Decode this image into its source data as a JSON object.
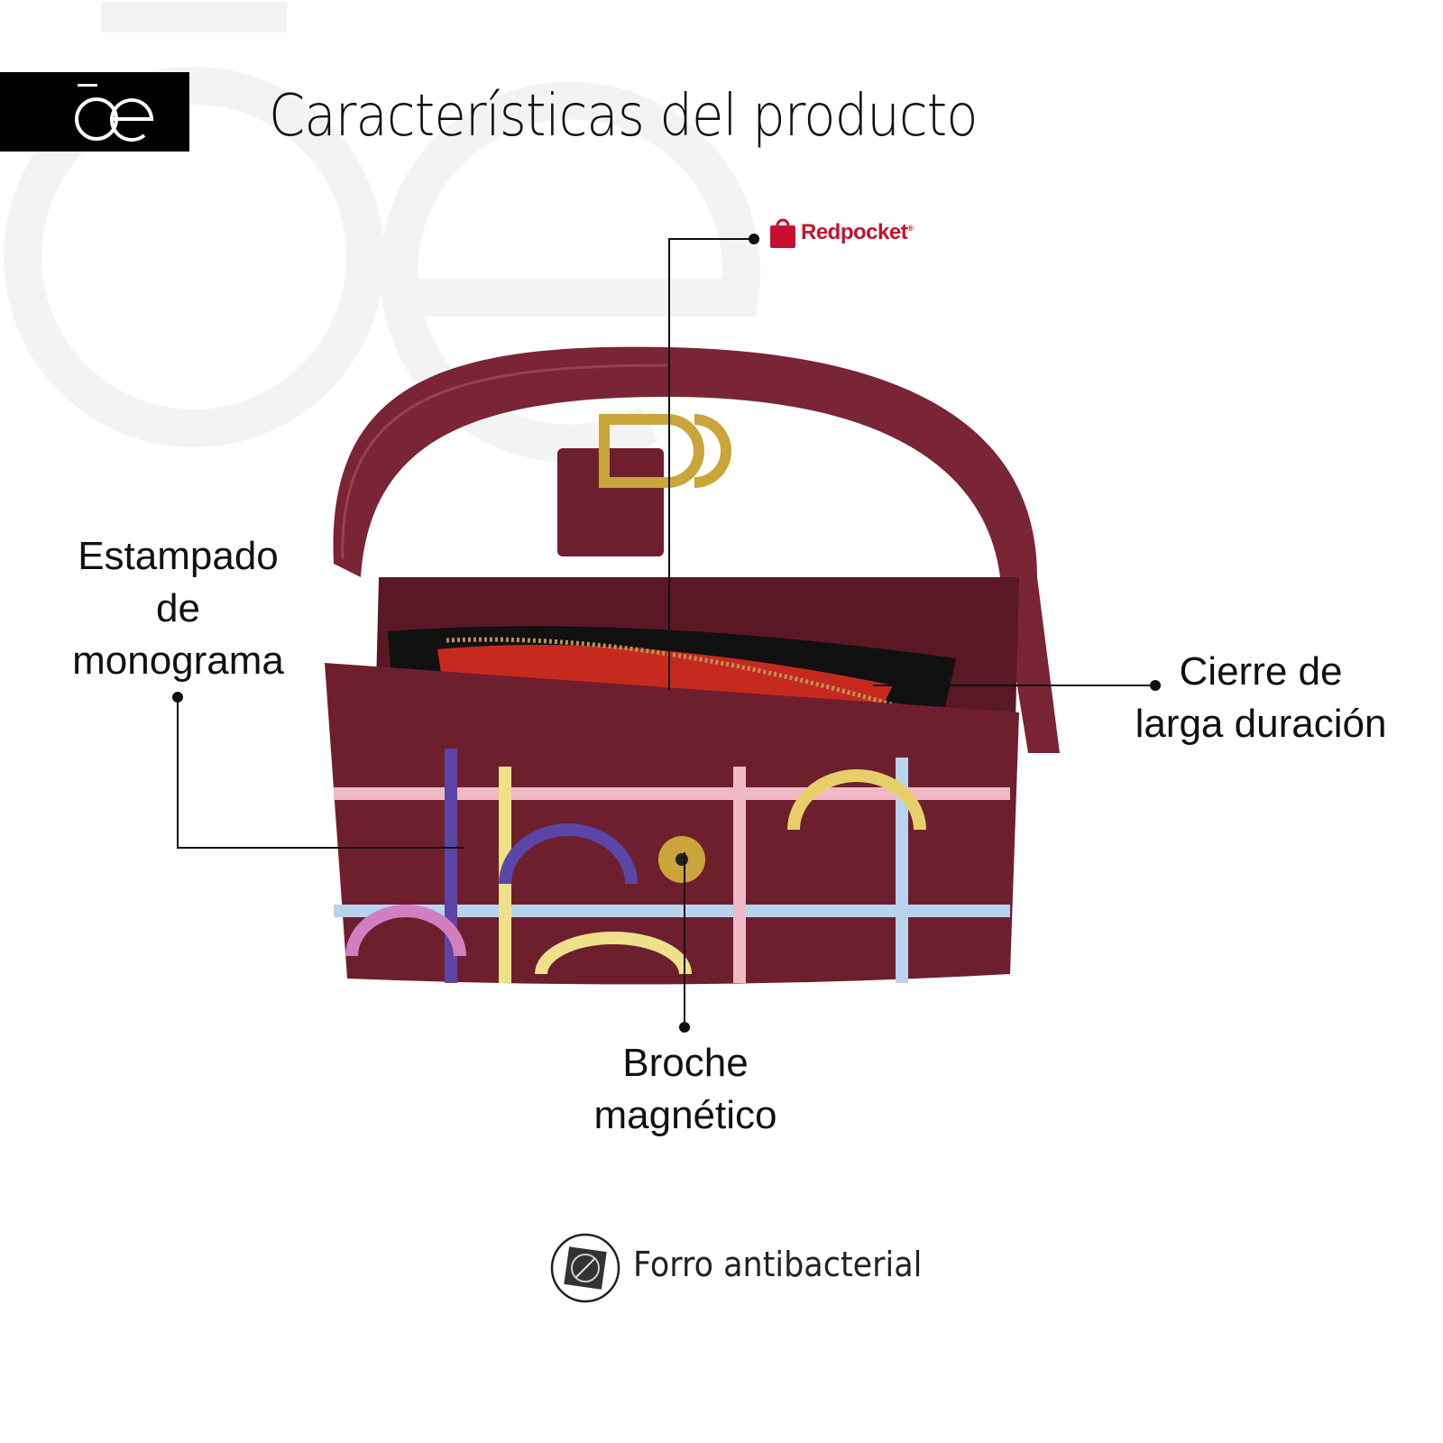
{
  "header": {
    "brand_logo": "õe",
    "title": "Características del producto"
  },
  "partner_logo": {
    "text": "Redpocket",
    "mark": "®",
    "color": "#c8102e"
  },
  "callouts": {
    "monograma": [
      "Estampado",
      "de",
      "monograma"
    ],
    "cierre": [
      "Cierre de",
      "larga duración"
    ],
    "broche": [
      "Broche",
      "magnético"
    ]
  },
  "feature": {
    "icon": "antibacterial-icon",
    "label": "Forro antibacterial"
  },
  "colors": {
    "bag": "#6e1f2e",
    "lining": "#c62a1f",
    "hardware": "#c9a53a",
    "watermark": "#f2f2f2"
  }
}
